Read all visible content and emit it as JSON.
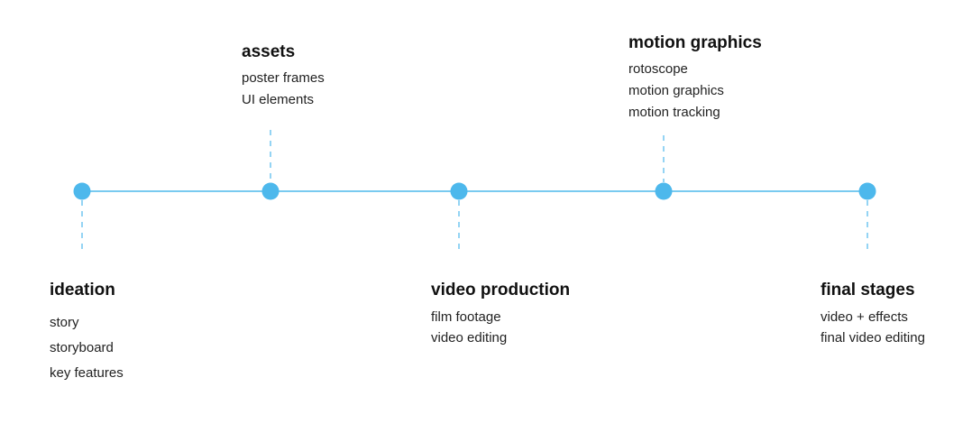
{
  "colors": {
    "accent": "#4db8ec",
    "text": "#1a1a1a"
  },
  "stages": [
    {
      "title": "ideation",
      "items": [
        "story",
        "storyboard",
        "key features"
      ],
      "label_position": "below"
    },
    {
      "title": "assets",
      "items": [
        "poster frames",
        "UI elements"
      ],
      "label_position": "above"
    },
    {
      "title": "video production",
      "items": [
        "film footage",
        "video editing"
      ],
      "label_position": "below"
    },
    {
      "title": "motion graphics",
      "items": [
        "rotoscope",
        "motion graphics",
        "motion tracking"
      ],
      "label_position": "above"
    },
    {
      "title": "final stages",
      "items": [
        "video + effects",
        "final video editing"
      ],
      "label_position": "below"
    }
  ]
}
